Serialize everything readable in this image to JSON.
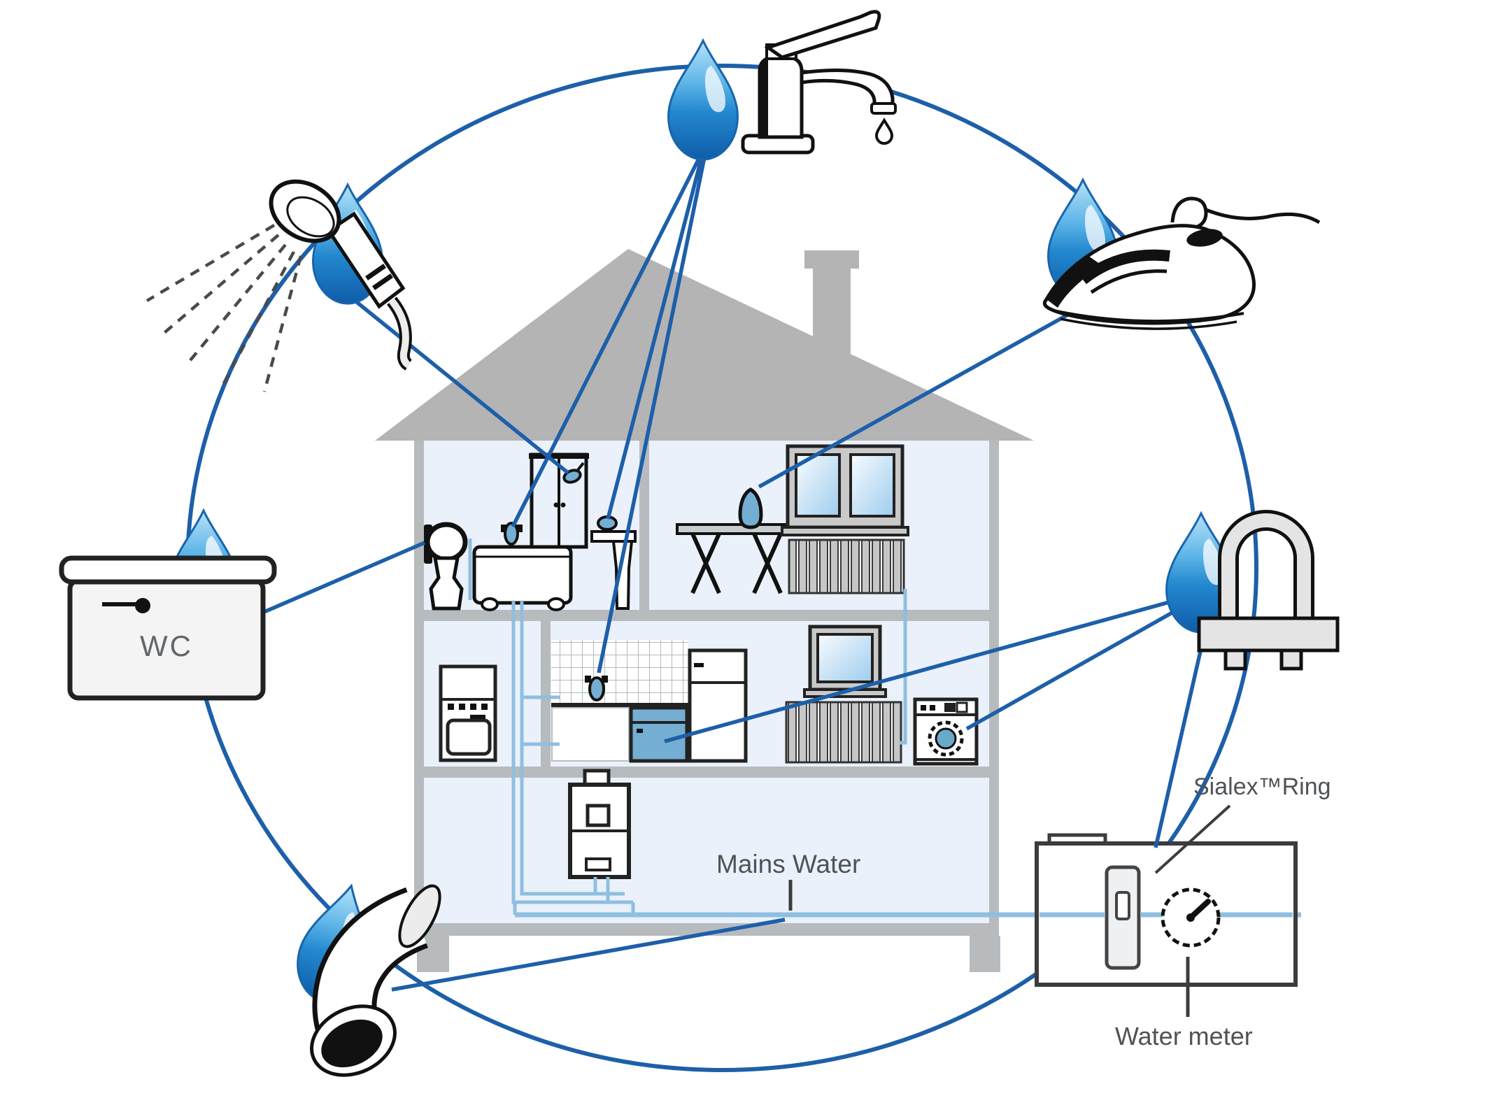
{
  "labels": {
    "wc": "WC",
    "mains_water": "Mains Water",
    "sialex_ring": "Sialex™Ring",
    "water_meter": "Water meter"
  },
  "colors": {
    "connection_blue": "#1d5fa9",
    "droplet_light": "#b8e2f8",
    "droplet_dark": "#0f5ca8",
    "pipe_light_blue": "#8fbfe0",
    "appliance_blue": "#74aed2",
    "house_wall_gray": "#b7bbbe",
    "roof_gray": "#b4b4b4",
    "room_fill": "#eaf1fa",
    "label_gray": "#4f5356"
  },
  "icons": [
    "tap-icon",
    "shower-icon",
    "iron-icon",
    "wc-cistern-icon",
    "pipe-clamp-icon",
    "pipe-elbow-icon",
    "water-drop-icon",
    "water-meter-gauge-icon",
    "sialex-ring-icon",
    "house-icon",
    "toilet-icon",
    "bathtub-icon",
    "shower-cabin-icon",
    "washbasin-icon",
    "ironing-table-icon",
    "window-icon",
    "radiator-icon",
    "oven-icon",
    "kitchen-sink-icon",
    "dishwasher-icon",
    "fridge-icon",
    "washing-machine-icon",
    "boiler-icon"
  ]
}
